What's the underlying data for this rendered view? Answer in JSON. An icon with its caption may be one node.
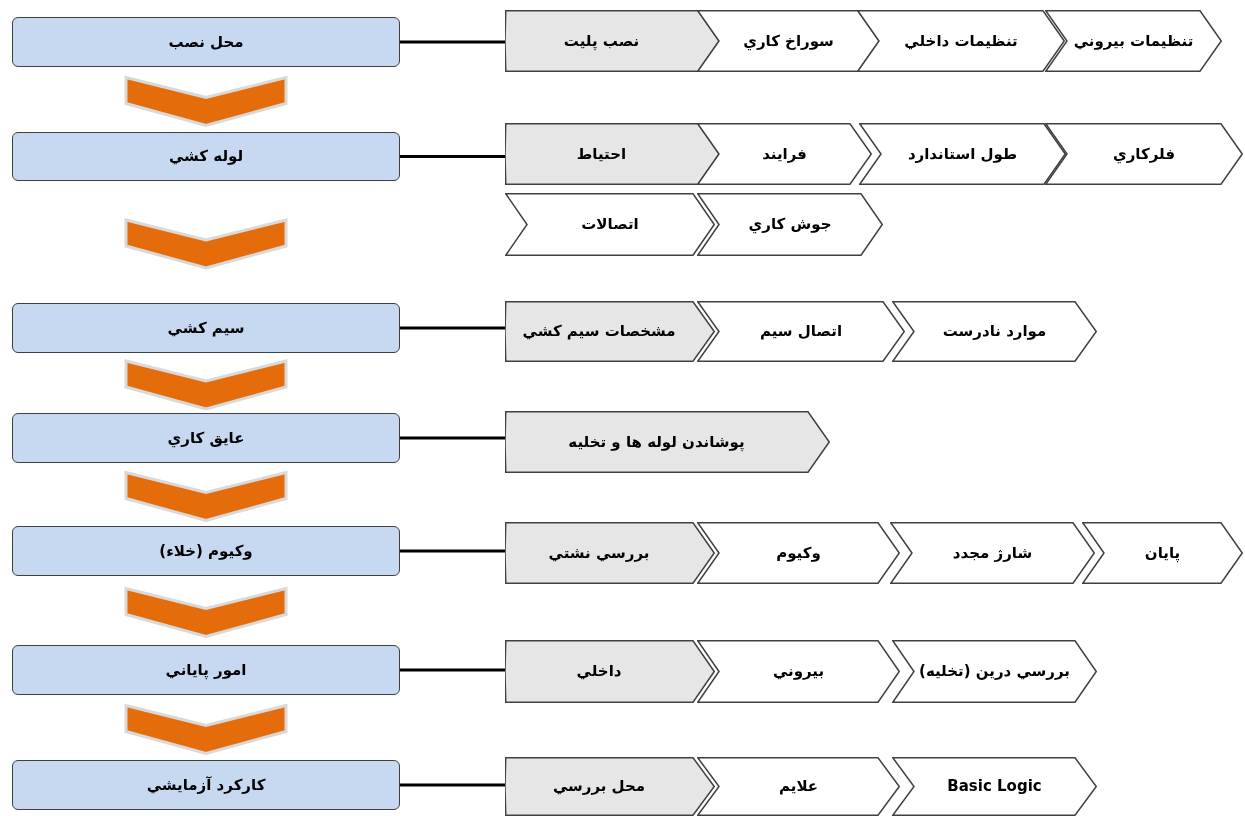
{
  "diagram": {
    "nodes": [
      {
        "text": [
          "محل نصب"
        ]
      },
      {
        "text": [
          "لوله كشي"
        ]
      },
      {
        "text": [
          "سيم كشي"
        ]
      },
      {
        "text": [
          "عايق كاري"
        ]
      },
      {
        "text": [
          "وكيوم (خلاء)"
        ]
      },
      {
        "text": [
          "امور پاياني"
        ]
      },
      {
        "text": [
          "كاركرد آزمايشي"
        ]
      },
      {
        "text": [
          "نصب پليت"
        ]
      },
      {
        "text": [
          "سوراخ كاري"
        ]
      },
      {
        "text": [
          "تنظيمات داخلي"
        ]
      },
      {
        "text": [
          "تنظيمات بيروني"
        ]
      },
      {
        "text": [
          "احتياط"
        ]
      },
      {
        "text": [
          "فرايند"
        ]
      },
      {
        "text": [
          "طول استاندارد"
        ]
      },
      {
        "text": [
          "فلركاري"
        ]
      },
      {
        "text": [
          "اتصالات"
        ]
      },
      {
        "text": [
          "جوش كاري"
        ]
      },
      {
        "text": [
          "مشخصات سيم كشي"
        ]
      },
      {
        "text": [
          "اتصال سيم"
        ]
      },
      {
        "text": [
          "موارد نادرست"
        ]
      },
      {
        "text": [
          "پوشاندن لوله ها و تخليه"
        ]
      },
      {
        "text": [
          "بررسي نشتي"
        ]
      },
      {
        "text": [
          "وكيوم"
        ]
      },
      {
        "text": [
          "شارژ مجدد"
        ]
      },
      {
        "text": [
          "پايان"
        ]
      },
      {
        "text": [
          "داخلي"
        ]
      },
      {
        "text": [
          "بيروني"
        ]
      },
      {
        "text": [
          "بررسي درين (تخليه)"
        ]
      },
      {
        "text": [
          "محل بررسي"
        ]
      },
      {
        "text": [
          "علايم"
        ]
      },
      {
        "text": [
          "Basic Logic"
        ]
      }
    ],
    "edges": [
      {
        "from": 0,
        "to": 1,
        "arrow": "to"
      },
      {
        "from": 1,
        "to": 2,
        "arrow": "to"
      },
      {
        "from": 2,
        "to": 3,
        "arrow": "to"
      },
      {
        "from": 3,
        "to": 4,
        "arrow": "to"
      },
      {
        "from": 4,
        "to": 5,
        "arrow": "to"
      },
      {
        "from": 5,
        "to": 6,
        "arrow": "to"
      },
      {
        "from": 0,
        "to": 7,
        "arrow": "none"
      },
      {
        "from": 1,
        "to": 11,
        "arrow": "none"
      },
      {
        "from": 2,
        "to": 17,
        "arrow": "none"
      },
      {
        "from": 3,
        "to": 20,
        "arrow": "none"
      },
      {
        "from": 4,
        "to": 21,
        "arrow": "none"
      },
      {
        "from": 5,
        "to": 25,
        "arrow": "none"
      },
      {
        "from": 6,
        "to": 28,
        "arrow": "none"
      }
    ]
  }
}
